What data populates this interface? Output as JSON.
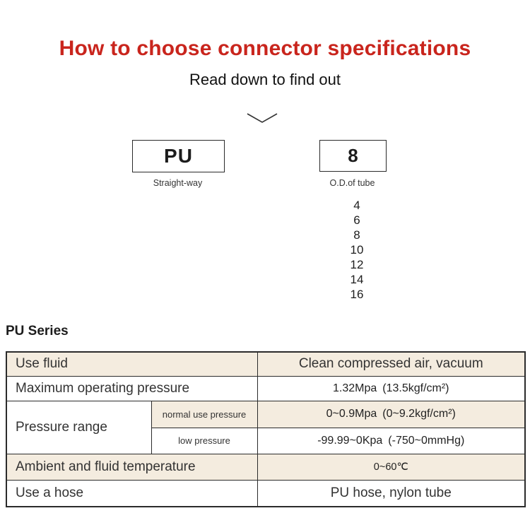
{
  "header": {
    "title": "How to choose connector specifications",
    "subtitle": "Read down to find out"
  },
  "selector": {
    "model_code": "PU",
    "model_caption": "Straight-way",
    "size_code": "8",
    "size_caption": "O.D.of tube",
    "size_options": [
      "4",
      "6",
      "8",
      "10",
      "12",
      "14",
      "16"
    ]
  },
  "series": {
    "heading": "PU Series"
  },
  "spec_table": {
    "use_fluid_label": "Use fluid",
    "use_fluid_value": "Clean compressed air, vacuum",
    "max_pressure_label": "Maximum operating pressure",
    "max_pressure_value": "1.32Mpa (13.5kgf/cm²)",
    "pressure_range_label": "Pressure range",
    "normal_pressure_label": "normal use pressure",
    "normal_pressure_value": "0~0.9Mpa (0~9.2kgf/cm²)",
    "low_pressure_label": "low pressure",
    "low_pressure_value": "-99.99~0Kpa (-750~0mmHg)",
    "ambient_temp_label": "Ambient and fluid temperature",
    "ambient_temp_value": "0~60℃",
    "hose_label": "Use a hose",
    "hose_value": "PU hose, nylon tube"
  },
  "colors": {
    "accent_red": "#c9251d",
    "row_beige": "#f4ecdf",
    "table_border": "#2b2b2b"
  }
}
